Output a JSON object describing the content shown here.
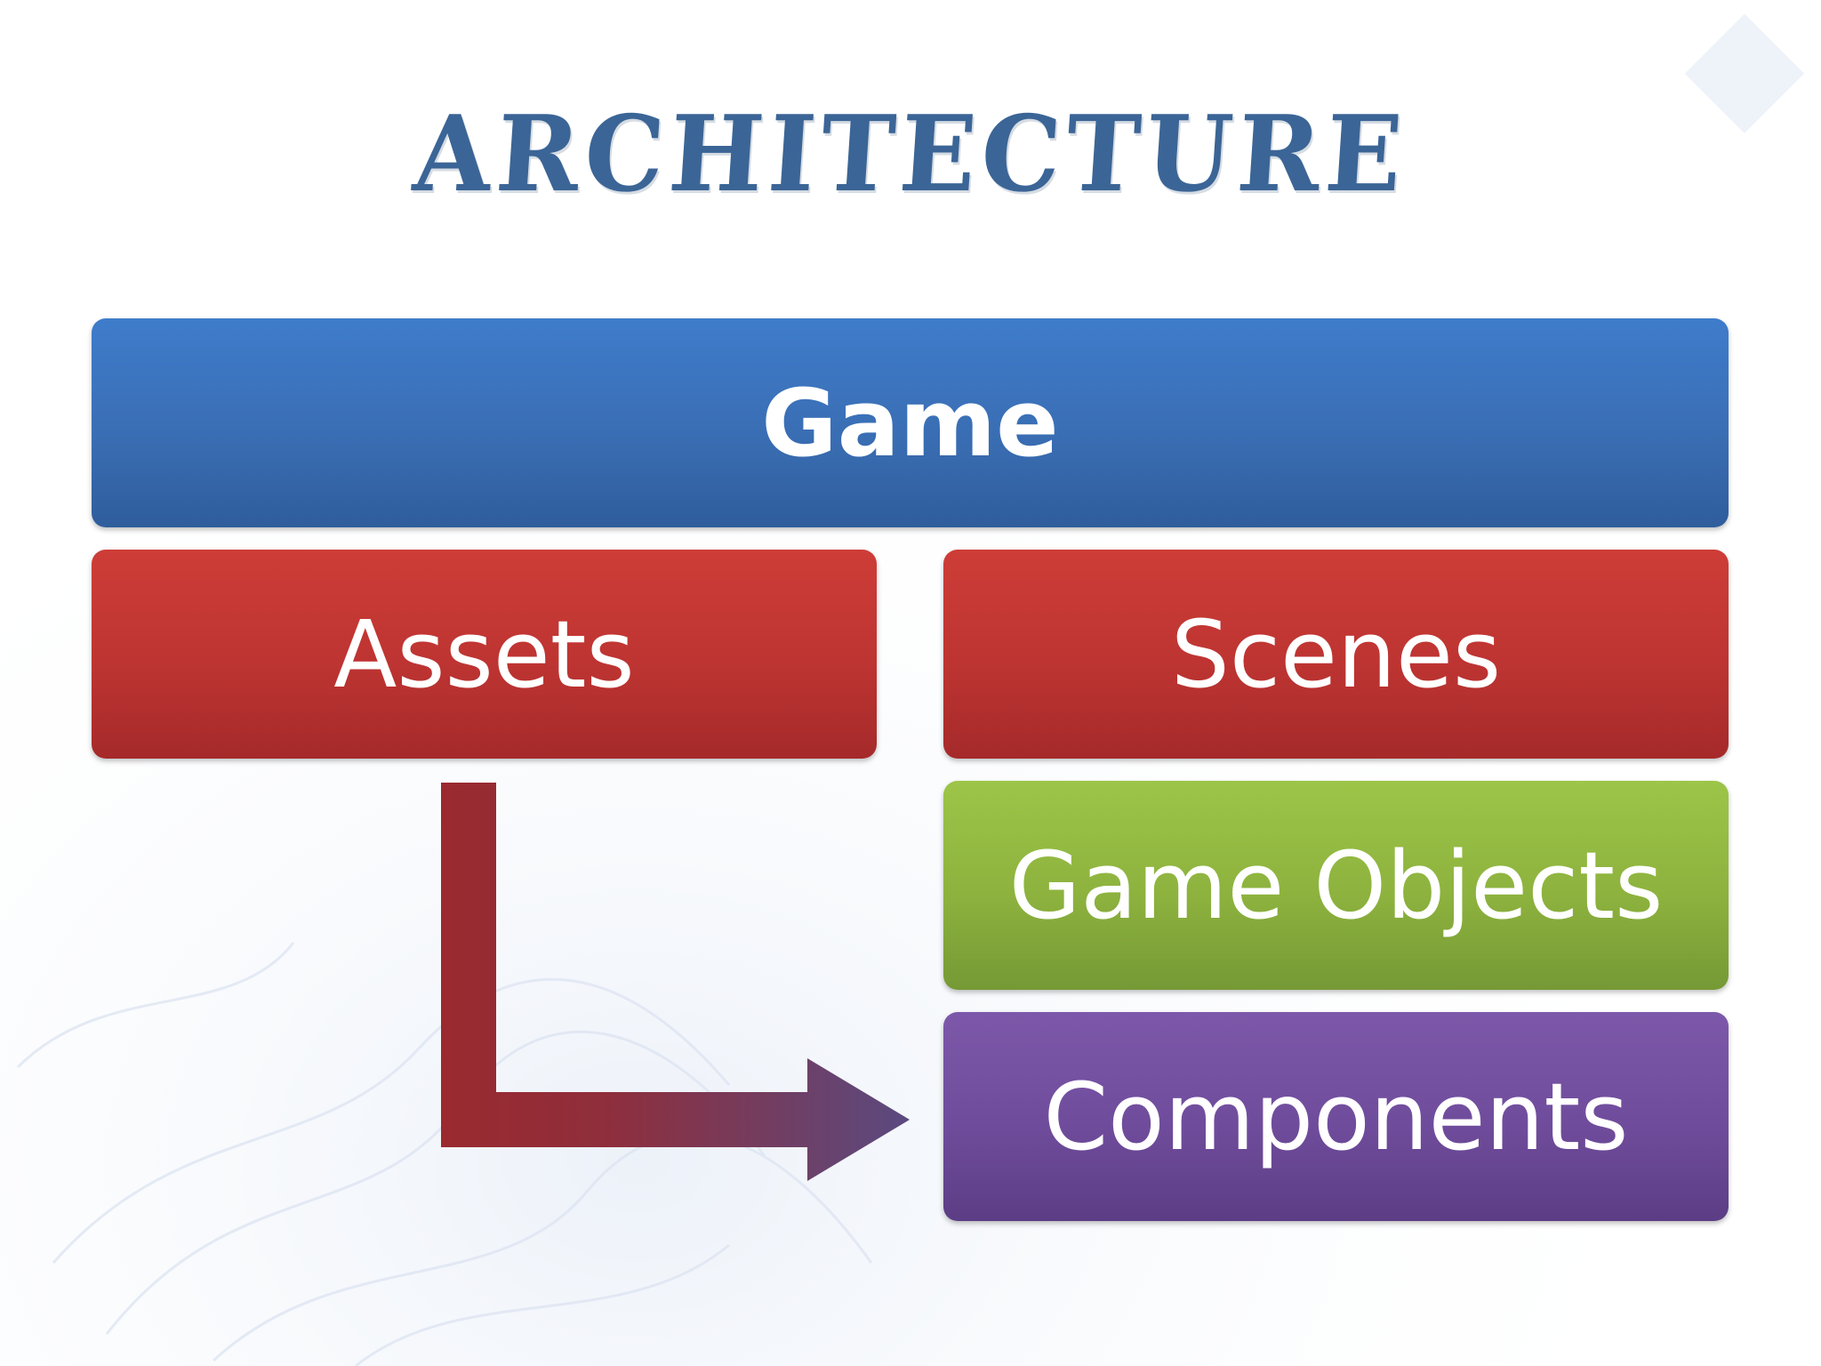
{
  "slide": {
    "title": "Architecture"
  },
  "diagram": {
    "game_label": "Game",
    "assets_label": "Assets",
    "scenes_label": "Scenes",
    "game_objects_label": "Game Objects",
    "components_label": "Components"
  },
  "colors": {
    "title": "#3b6596",
    "game": "#3a6eb4",
    "assets": "#bd3432",
    "scenes": "#bd3432",
    "game_objects": "#8db23e",
    "components": "#6f4c9b",
    "arrow_start": "#9a2a2f",
    "arrow_end": "#5a4a80"
  }
}
